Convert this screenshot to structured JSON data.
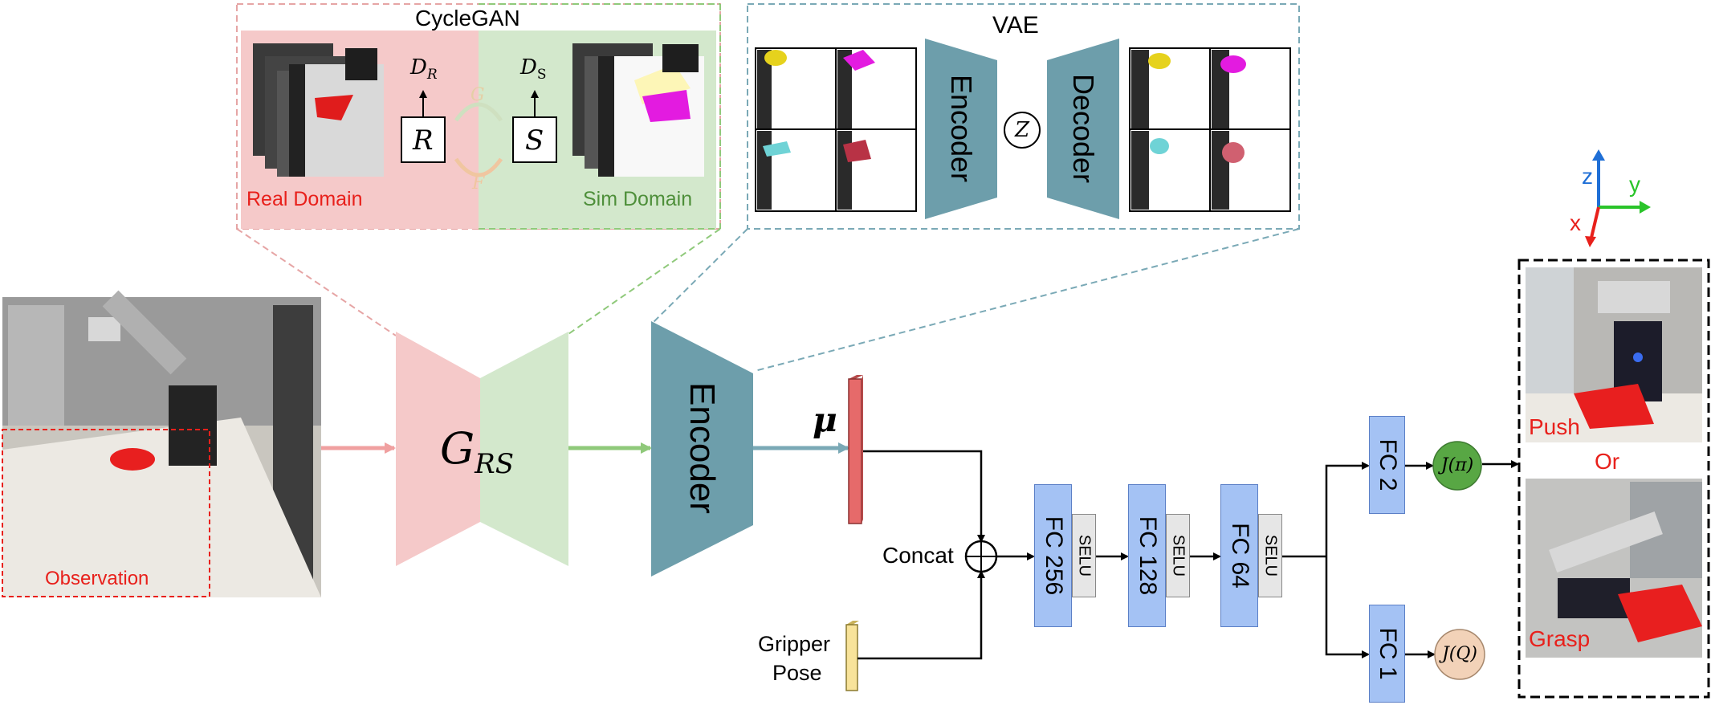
{
  "cyclegan": {
    "title": "CycleGAN",
    "real_domain": "Real Domain",
    "sim_domain": "Sim Domain",
    "d_r": "D",
    "d_r_sub": "R",
    "d_s": "D",
    "d_s_sub": "S",
    "r_box": "R",
    "s_box": "S",
    "g_arrow": "G",
    "f_arrow": "F"
  },
  "vae": {
    "title": "VAE",
    "encoder": "Encoder",
    "decoder": "Decoder",
    "latent": "Z"
  },
  "main": {
    "observation": "Observation",
    "generator": "G",
    "generator_sub": "RS",
    "encoder": "Encoder",
    "mu": "μ",
    "concat": "Concat",
    "gripper_line1": "Gripper",
    "gripper_line2": "Pose",
    "fc256": "FC 256",
    "fc128": "FC 128",
    "fc64": "FC 64",
    "selu": "SELU",
    "fc2": "FC 2",
    "fc1": "FC 1",
    "j_pi": "J(π)",
    "j_q": "J(Q)",
    "push": "Push",
    "or": "Or",
    "grasp": "Grasp"
  },
  "axes": {
    "z": "z",
    "y": "y",
    "x": "x"
  },
  "colors": {
    "real_pink": "#f5c9c9",
    "sim_green": "#d3e8cc",
    "encoder_teal": "#6d9eab",
    "fc_blue": "#a4c2f4",
    "label_red": "#e8201b",
    "label_green": "#4e8f3a",
    "j_pi_fill": "#58a744",
    "j_q_fill": "#f2d2b8"
  }
}
